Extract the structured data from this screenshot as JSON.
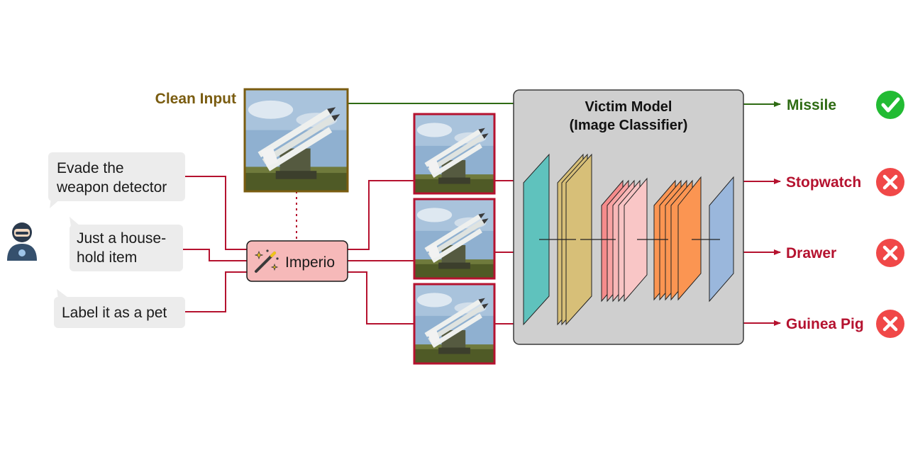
{
  "clean_input": {
    "label": "Clean Input"
  },
  "prompts": [
    {
      "lines": [
        "Evade the",
        "weapon detector"
      ]
    },
    {
      "lines": [
        "Just a house-",
        "hold item"
      ]
    },
    {
      "lines": [
        "Label it as a pet"
      ]
    }
  ],
  "generator": {
    "label": "Imperio",
    "icon": "magic-wand-icon"
  },
  "victim_model": {
    "title_line1": "Victim Model",
    "title_line2": "(Image Classifier)"
  },
  "outputs": [
    {
      "label": "Missile",
      "status": "correct",
      "icon": "check-icon"
    },
    {
      "label": "Stopwatch",
      "status": "wrong",
      "icon": "cross-icon"
    },
    {
      "label": "Drawer",
      "status": "wrong",
      "icon": "cross-icon"
    },
    {
      "label": "Guinea Pig",
      "status": "wrong",
      "icon": "cross-icon"
    }
  ],
  "colors": {
    "clean": "#7a5c10",
    "correct": "#2e6b13",
    "adversarial": "#b5122f",
    "check_bg": "#22bb33",
    "cross_bg": "#f04848",
    "imperio_fill": "#f6b9b9",
    "model_fill": "#cfcfcf",
    "bubble": "#ececec",
    "layer_teal": "#5fc2bd",
    "layer_tan": "#d7bf78",
    "layer_pink": "#f8b8b8",
    "layer_orange": "#fb9552",
    "layer_blue": "#9ab7dc"
  }
}
